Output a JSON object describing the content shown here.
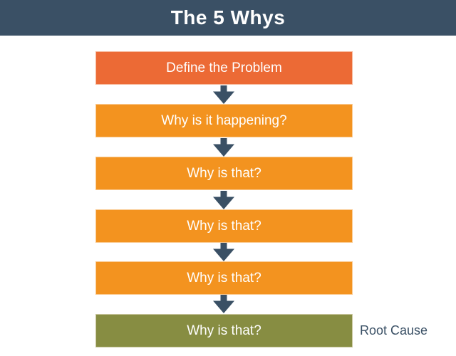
{
  "header": {
    "title": "The 5 Whys",
    "bg_color": "#3A5065",
    "text_color": "#FFFFFF"
  },
  "flow": {
    "boxes": [
      {
        "label": "Define the Problem",
        "color": "#EC6A35"
      },
      {
        "label": "Why is it happening?",
        "color": "#F3931F"
      },
      {
        "label": "Why is that?",
        "color": "#F3931F"
      },
      {
        "label": "Why is that?",
        "color": "#F3931F"
      },
      {
        "label": "Why is that?",
        "color": "#F3931F"
      },
      {
        "label": "Why is that?",
        "color": "#878D42"
      }
    ],
    "arrow_color": "#3A5065",
    "root_cause_label": "Root Cause",
    "root_cause_color": "#3A5065"
  }
}
